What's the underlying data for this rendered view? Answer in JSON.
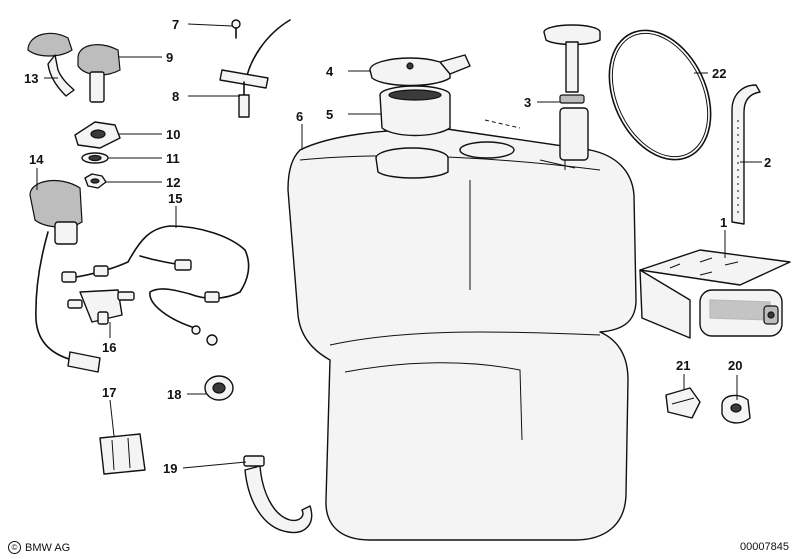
{
  "diagram": {
    "labels": [
      "1",
      "2",
      "3",
      "4",
      "5",
      "6",
      "7",
      "8",
      "9",
      "10",
      "11",
      "12",
      "13",
      "14",
      "15",
      "16",
      "17",
      "18",
      "19",
      "20",
      "21",
      "22"
    ]
  },
  "footer": {
    "copyright_symbol": "©",
    "brand": "BMW AG",
    "code": "00007845"
  }
}
